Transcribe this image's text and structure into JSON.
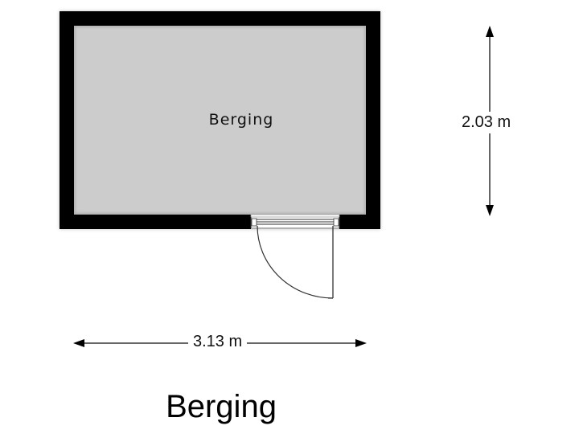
{
  "plan": {
    "title": "Berging",
    "rooms": [
      {
        "name": "Berging",
        "floor_color": "#cccccc",
        "wall_color": "#000000"
      }
    ],
    "dimensions": {
      "width": {
        "label": "3.13 m",
        "orientation": "horizontal"
      },
      "depth": {
        "label": "2.03 m",
        "orientation": "vertical"
      }
    },
    "door": {
      "type": "single-swing",
      "wall": "bottom",
      "swing": "outward"
    },
    "icons": {
      "arrow_left": "arrow-left-icon",
      "arrow_right": "arrow-right-icon",
      "arrow_up": "arrow-up-icon",
      "arrow_down": "arrow-down-icon"
    }
  }
}
